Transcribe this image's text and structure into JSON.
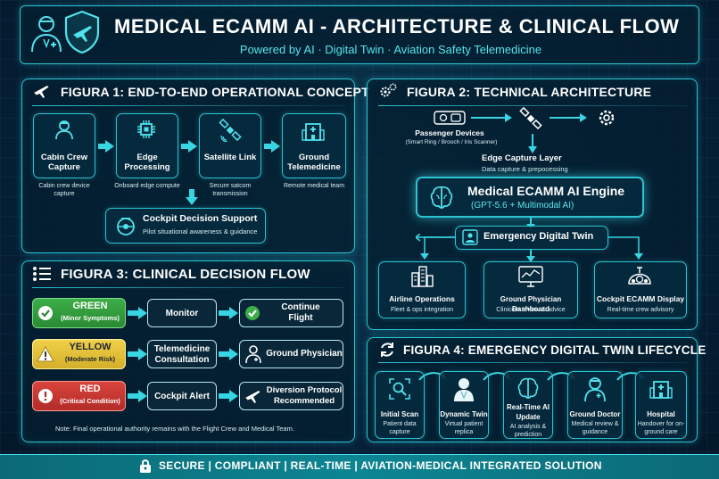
{
  "header": {
    "title": "MEDICAL ECAMM AI - ARCHITECTURE & CLINICAL FLOW",
    "subtitle": "Powered by AI · Digital Twin · Aviation Safety Telemedicine"
  },
  "fig1": {
    "title": "FIGURA 1: END-TO-END OPERATIONAL CONCEPT",
    "nodes": [
      {
        "label": "Cabin Crew Capture",
        "caption": "Cabin crew device capture"
      },
      {
        "label": "Edge Processing",
        "caption": "Onboard edge compute"
      },
      {
        "label": "Satellite Link",
        "caption": "Secure satcom transmission"
      },
      {
        "label": "Ground Telemedicine",
        "caption": "Remote medical team"
      }
    ],
    "cockpit": {
      "label": "Cockpit Decision Support",
      "caption": "Pilot situational awareness & guidance"
    }
  },
  "fig2": {
    "title": "FIGURA 2: TECHNICAL ARCHITECTURE",
    "passenger": {
      "label": "Passenger Devices",
      "caption": "(Smart Ring / Brooch / Iris Scanner)"
    },
    "edge": {
      "label": "Edge Capture Layer",
      "caption": "Data capture & prepocessing"
    },
    "engine": {
      "label": "Medical ECAMM AI Engine",
      "caption": "(GPT-5.6 + Multimodal AI)"
    },
    "twin": {
      "label": "Emergency Digital Twin"
    },
    "outputs": [
      {
        "label": "Airline Operations",
        "caption": "Fleet & ops integration"
      },
      {
        "label": "Ground Physician Dashboard",
        "caption": "Clinician review & advice"
      },
      {
        "label": "Cockpit ECAMM Display",
        "caption": "Real-time crew advisory"
      }
    ]
  },
  "fig3": {
    "title": "FIGURA 3: CLINICAL DECISION FLOW",
    "rows": [
      {
        "level": "GREEN",
        "condition": "(Minor Symptoms)",
        "action": "Monitor",
        "outcome": "Continue Flight",
        "color": "#2f9a3c"
      },
      {
        "level": "YELLOW",
        "condition": "(Moderate Risk)",
        "action": "Telemedicine Consultation",
        "outcome": "Ground Physician",
        "color": "#e3c23a"
      },
      {
        "level": "RED",
        "condition": "(Critical Condition)",
        "action": "Cockpit Alert",
        "outcome": "Diversion Protocol Recommended",
        "color": "#cf3a34"
      }
    ],
    "note": "Note: Final operational authority remains with the Flight Crew and Medical Team."
  },
  "fig4": {
    "title": "FIGURA 4: EMERGENCY DIGITAL TWIN LIFECYCLE",
    "steps": [
      {
        "label": "Initial Scan",
        "caption": "Patient data capture"
      },
      {
        "label": "Dynamic Twin",
        "caption": "Virtual patient replica"
      },
      {
        "label": "Real-Time AI Update",
        "caption": "AI analysis & prediction"
      },
      {
        "label": "Ground Doctor",
        "caption": "Medical review & guidance"
      },
      {
        "label": "Hospital",
        "caption": "Handover for on-ground care"
      }
    ]
  },
  "footer": {
    "text": "SECURE | COMPLIANT | REAL-TIME | AVIATION-MEDICAL INTEGRATED SOLUTION"
  },
  "colors": {
    "accent": "#2cc3d2",
    "green": "#2f9a3c",
    "yellow": "#e3c23a",
    "red": "#cf3a34"
  }
}
